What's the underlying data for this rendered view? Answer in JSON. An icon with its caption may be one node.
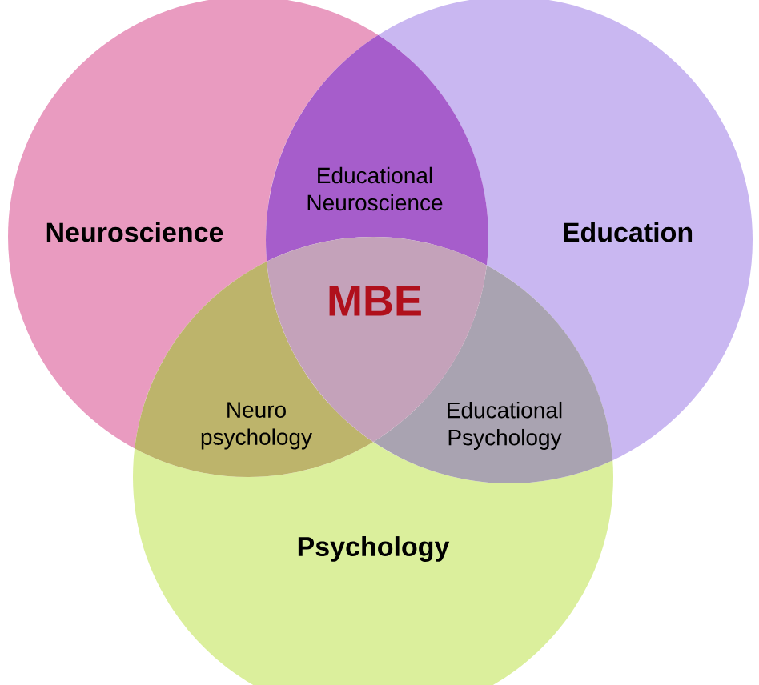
{
  "diagram": {
    "nodes": [
      {
        "text": [
          "Neuroscience"
        ]
      },
      {
        "text": [
          "Education"
        ]
      },
      {
        "text": [
          "Psychology"
        ]
      },
      {
        "text": [
          "Educational Neuroscience"
        ]
      },
      {
        "text": [
          "Neuro psychology"
        ]
      },
      {
        "text": [
          "Educational Psychology"
        ]
      },
      {
        "text": [
          "MBE"
        ]
      }
    ]
  }
}
